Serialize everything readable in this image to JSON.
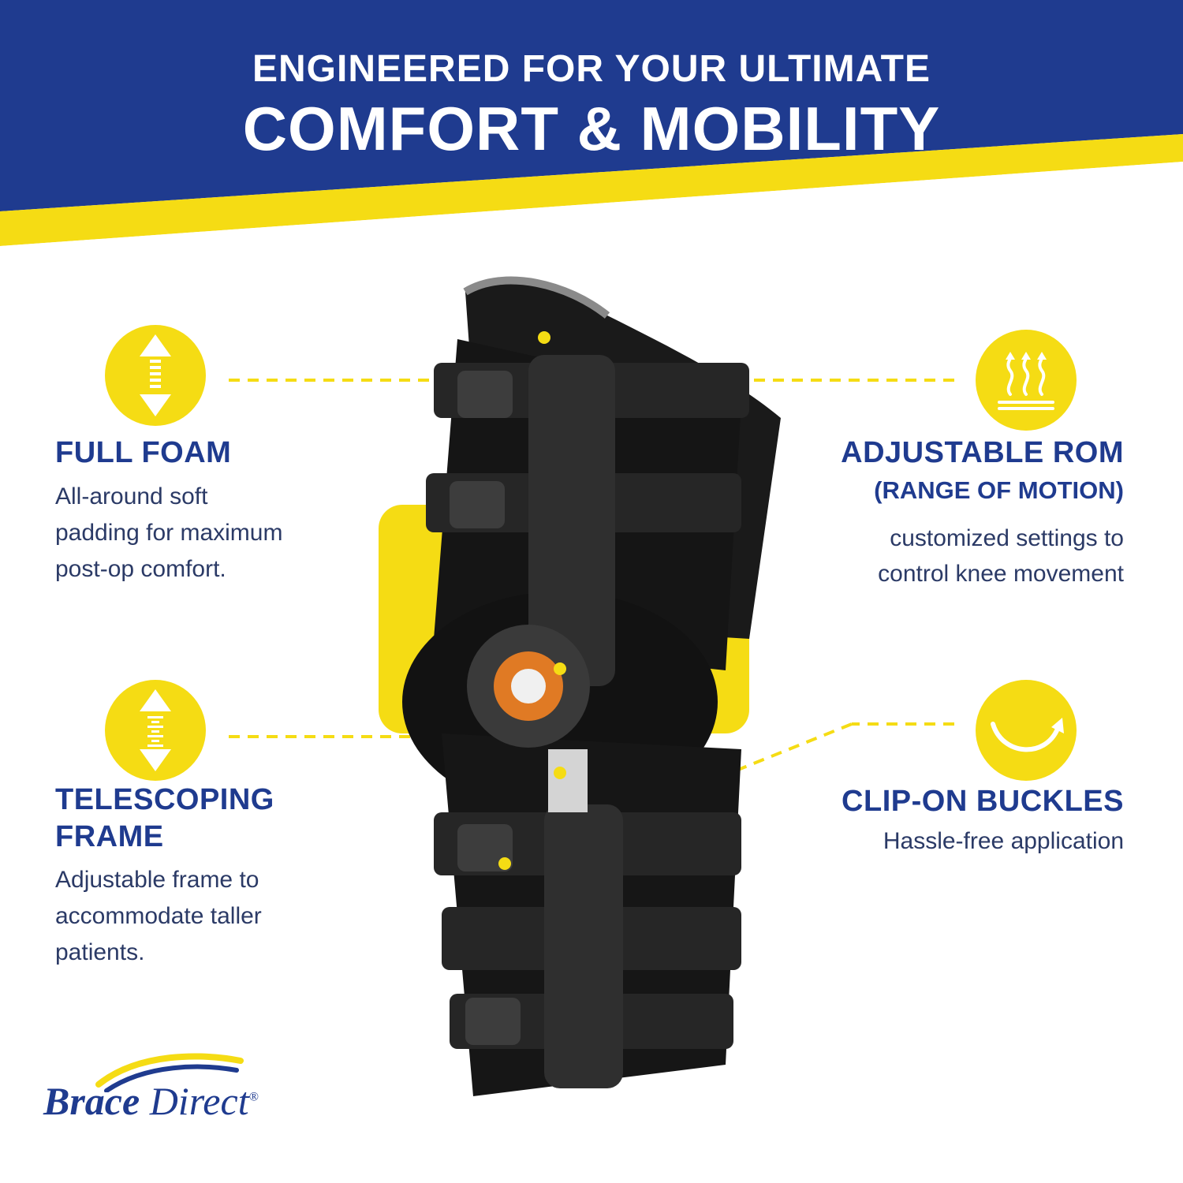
{
  "header": {
    "line1": "ENGINEERED FOR YOUR ULTIMATE",
    "line2": "COMFORT & MOBILITY"
  },
  "colors": {
    "navy": "#1f3b8f",
    "yellow": "#f5dc14",
    "white": "#ffffff"
  },
  "features": {
    "full_foam": {
      "title": "FULL FOAM",
      "desc1": "All-around soft",
      "desc2": "padding for maximum",
      "desc3": "post-op comfort.",
      "icon": "up-down-arrow-icon"
    },
    "telescoping": {
      "title1": "TELESCOPING",
      "title2": "FRAME",
      "desc1": "Adjustable frame to",
      "desc2": "accommodate taller",
      "desc3": "patients.",
      "icon": "telescoping-arrow-icon"
    },
    "adjustable_rom": {
      "title": "ADJUSTABLE ROM",
      "subtitle": "(RANGE OF MOTION)",
      "desc1": "customized settings to",
      "desc2": "control knee movement",
      "icon": "heat-waves-icon"
    },
    "clip_on": {
      "title": "CLIP-ON BUCKLES",
      "desc1": "Hassle-free application",
      "icon": "curved-arrow-icon"
    }
  },
  "logo": {
    "brand": "Brace",
    "suffix": "Direct",
    "mark": "®"
  }
}
